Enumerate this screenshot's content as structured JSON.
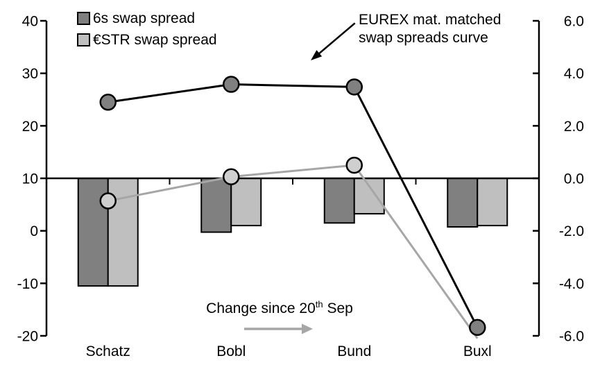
{
  "legend": {
    "items": [
      {
        "label": "6s swap spread",
        "color": "#808080"
      },
      {
        "label": "€STR swap spread",
        "color": "#bfbfbf"
      }
    ]
  },
  "annotations": {
    "eurex": {
      "line1": "EUREX mat. matched",
      "line2": "swap spreads curve"
    },
    "change": {
      "prefix": "Change since 20",
      "sup": "th",
      "suffix": " Sep"
    }
  },
  "colors": {
    "black": "#000000",
    "dark_gray": "#808080",
    "light_gray": "#bfbfbf",
    "line_gray": "#a6a6a6",
    "marker_light": "#cfcfcf"
  },
  "chart_data": {
    "type": "combo: bar + line, dual axis",
    "categories": [
      "Schatz",
      "Bobl",
      "Bund",
      "Buxl"
    ],
    "left_axis": {
      "range": [
        -20,
        40
      ],
      "ticks": [
        "40",
        "30",
        "20",
        "10",
        "0",
        "-10",
        "-20"
      ],
      "used_by": "swap spread level lines"
    },
    "right_axis": {
      "range": [
        -6,
        6
      ],
      "ticks": [
        "6.0",
        "4.0",
        "2.0",
        "0.0",
        "-2.0",
        "-4.0",
        "-6.0"
      ],
      "used_by": "change since 20th Sep bars"
    },
    "grid": false,
    "bar_series": [
      {
        "id": "6s-change",
        "name": "6s swap spread",
        "axis": "right",
        "color": "#808080",
        "values": [
          -4.1,
          -2.05,
          -1.7,
          -1.85
        ]
      },
      {
        "id": "estr-change",
        "name": "€STR swap spread",
        "axis": "right",
        "color": "#bfbfbf",
        "values": [
          -4.1,
          -1.8,
          -1.35,
          -1.8
        ]
      }
    ],
    "line_series": [
      {
        "id": "6s-level",
        "name": "6s swap spread curve (EUREX mat. matched)",
        "axis": "left",
        "color": "#000000",
        "marker_fill": "#808080",
        "values": [
          24.5,
          27.9,
          27.4,
          -18.4
        ],
        "markers": [
          true,
          true,
          true,
          true
        ]
      },
      {
        "id": "estr-level",
        "name": "€STR swap spread curve (EUREX mat. matched)",
        "axis": "left",
        "color": "#a6a6a6",
        "marker_fill": "#cfcfcf",
        "values": [
          5.7,
          10.3,
          12.5,
          -20.5
        ],
        "markers": [
          true,
          true,
          true,
          false
        ]
      }
    ]
  }
}
